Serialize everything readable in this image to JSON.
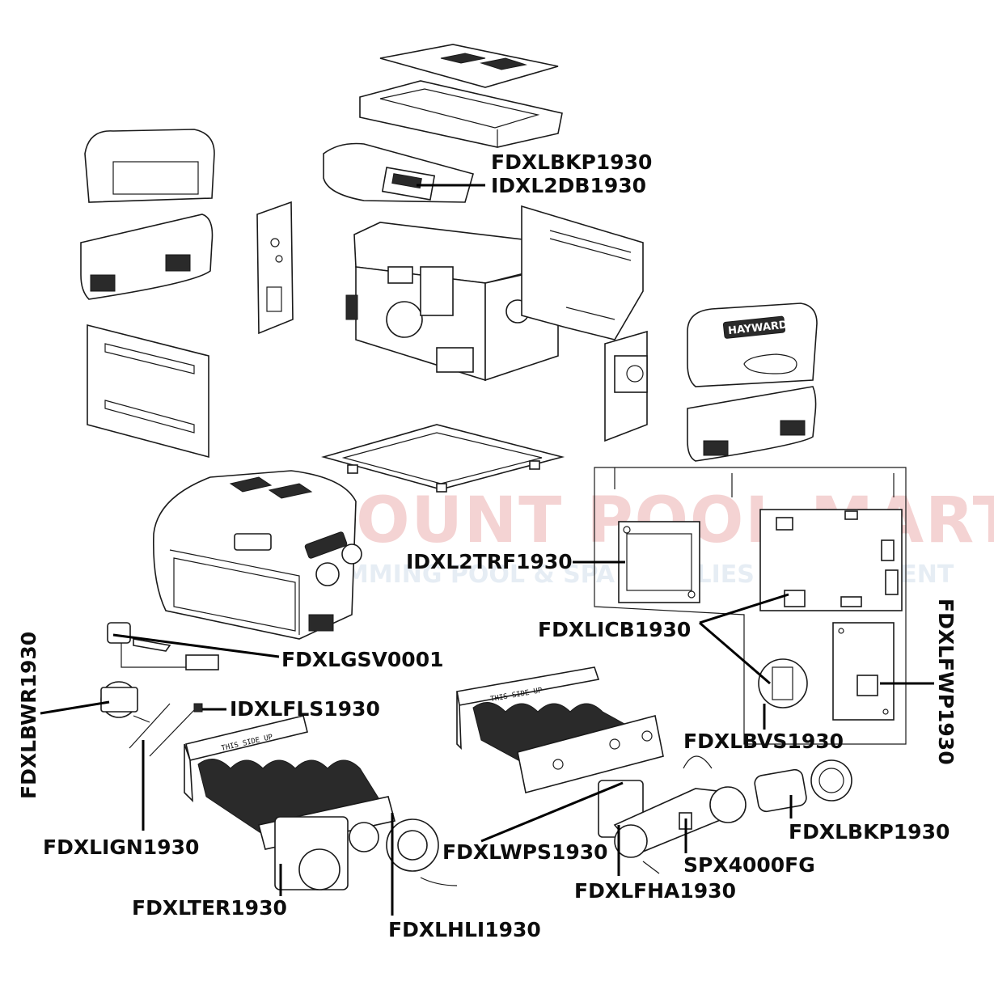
{
  "watermark": {
    "line1": "DISCOUNT POOL MART",
    "line2": "SWIMMING POOL & SPA SUPPLIES & EQUIPMENT",
    "color": "#e8a0a0"
  },
  "brand": {
    "cover_logo": "HAYWARD"
  },
  "plate_text": "THIS SIDE UP",
  "labels": {
    "top_panel": "FDXLBKP1930",
    "display_board": "IDXL2DB1930",
    "transformer": "IDXL2TRF1930",
    "control_board": "FDXLICB1930",
    "flow_board": "FDXLFWP1930",
    "gas_valve": "FDXLGSV0001",
    "blower": "FDXLBWR1930",
    "flame_sensor": "IDXLFLS1930",
    "vent_switch": "FDXLBVS1930",
    "igniter": "FDXLIGN1930",
    "bypass_kit": "FDXLBKP1930",
    "water_pressure_switch": "FDXLWPS1930",
    "drain_plug": "SPX4000FG",
    "flow_header": "FDXLFHA1930",
    "terminal": "FDXLTER1930",
    "hi_limit": "FDXLHLI1930"
  }
}
